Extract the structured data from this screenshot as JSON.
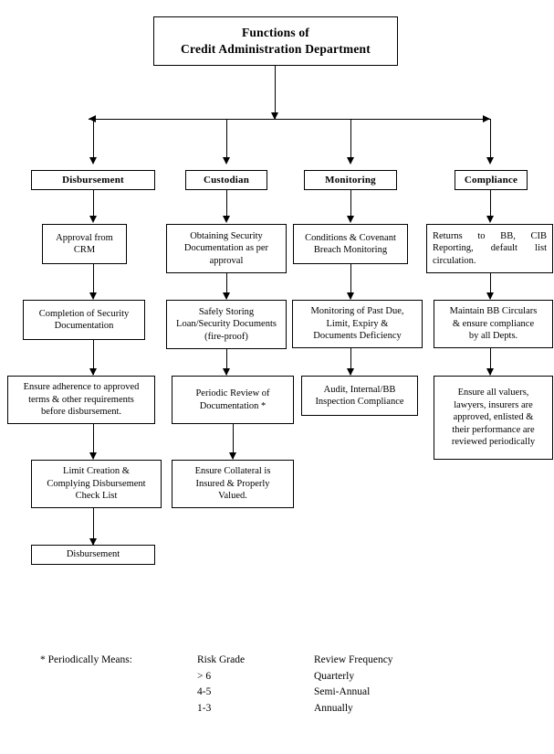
{
  "title": {
    "line1": "Functions of",
    "line2": "Credit Administration Department"
  },
  "columns": [
    {
      "header": "Disbursement",
      "steps": [
        "Approval from CRM",
        "Completion of Security Documentation",
        "Ensure adherence to approved terms & other requirements before disbursement.",
        "Limit Creation & Complying Disbursement Check List",
        "Disbursement"
      ]
    },
    {
      "header": "Custodian",
      "steps": [
        "Obtaining Security Documentation as per approval",
        "Safely Storing Loan/Security Documents (fire-proof)",
        "Periodic Review of Documentation *",
        "Ensure Collateral is Insured & Properly Valued."
      ]
    },
    {
      "header": "Monitoring",
      "steps": [
        "Conditions & Covenant Breach Monitoring",
        "Monitoring of Past Due, Limit, Expiry & Documents Deficiency",
        "Audit, Internal/BB Inspection Compliance"
      ]
    },
    {
      "header": "Compliance",
      "steps": [
        "Returns to BB, CIB Reporting, default list circulation.",
        "Maintain BB Circulars & ensure compliance by all Depts.",
        "Ensure all valuers, lawyers, insurers are approved, enlisted & their performance are reviewed periodically"
      ]
    }
  ],
  "boxes": {
    "d0": "Approval from\nCRM",
    "d1": "Completion of Security\nDocumentation",
    "d2": "Ensure adherence to approved\nterms & other requirements\nbefore disbursement.",
    "d3": "Limit Creation &\nComplying Disbursement\nCheck List",
    "d4": "Disbursement",
    "c0": "Obtaining Security\nDocumentation as per\napproval",
    "c1": "Safely Storing\nLoan/Security Documents\n(fire-proof)",
    "c2": "Periodic Review of\nDocumentation *",
    "c3": "Ensure Collateral is\nInsured & Properly\nValued.",
    "m0": "Conditions & Covenant\nBreach Monitoring",
    "m1": "Monitoring of Past Due,\nLimit, Expiry &\nDocuments Deficiency",
    "m2": "Audit, Internal/BB\nInspection Compliance",
    "p0": "Returns to BB, CIB Reporting, default list circulation.",
    "p1": "Maintain BB Circulars\n& ensure compliance\nby all Depts.",
    "p2": "Ensure all valuers,\nlawyers, insurers are\napproved, enlisted &\ntheir performance are\nreviewed periodically"
  },
  "footnote": {
    "label": "* Periodically Means:",
    "col_grade_header": "Risk Grade",
    "col_freq_header": "Review Frequency",
    "rows": [
      {
        "grade": "> 6",
        "frequency": "Quarterly"
      },
      {
        "grade": "4-5",
        "frequency": "Semi-Annual"
      },
      {
        "grade": "1-3",
        "frequency": "Annually"
      }
    ]
  },
  "colors": {
    "line": "#000000",
    "box_fill": "#ffffff",
    "text": "#000000",
    "page": "#ffffff"
  }
}
